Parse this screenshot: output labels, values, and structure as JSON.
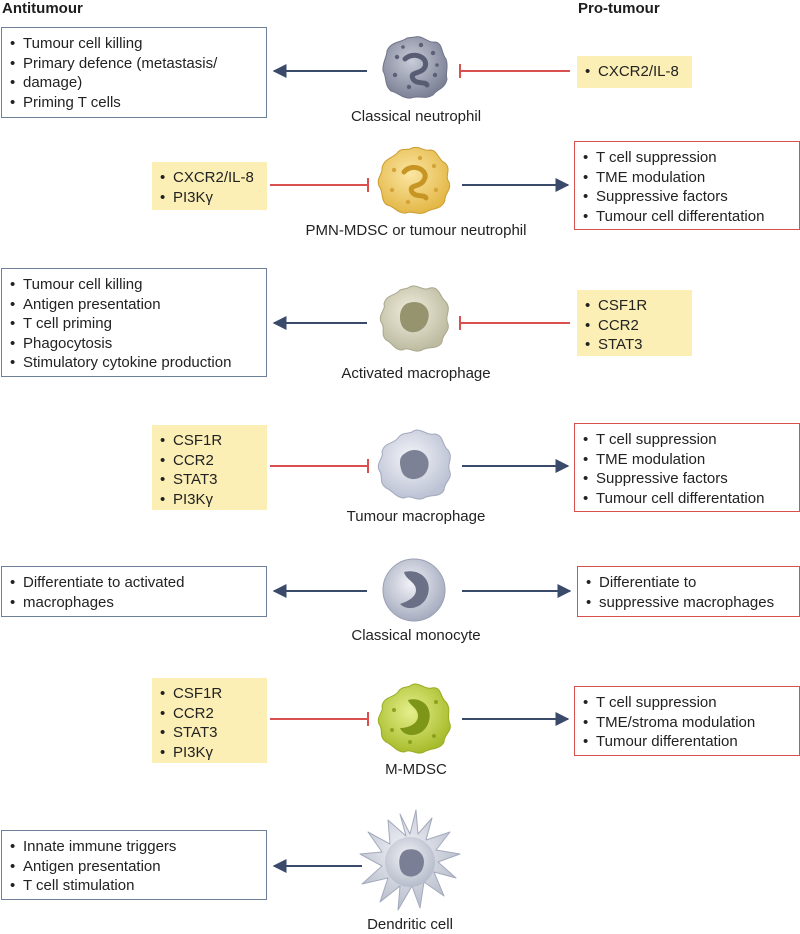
{
  "headers": {
    "left": "Antitumour",
    "right": "Pro-tumour"
  },
  "colors": {
    "arrow": "#3a4a6b",
    "inhibit": "#d9514e",
    "anti_border": "#6d8098",
    "pro_border": "#d9514e",
    "inhibitor_fill": "#fcefb6"
  },
  "rows": [
    {
      "cell": "Classical neutrophil",
      "anti": [
        "Tumour cell killing",
        "Primary defence (metastasis/",
        "damage)",
        "Priming T cells"
      ],
      "inhibitors": [
        "CXCR2/IL-8"
      ]
    },
    {
      "cell": "PMN-MDSC or tumour neutrophil",
      "inhibitors": [
        "CXCR2/IL-8",
        "PI3Kγ"
      ],
      "pro": [
        "T cell suppression",
        "TME modulation",
        "Suppressive factors",
        "Tumour cell differentation"
      ]
    },
    {
      "cell": "Activated macrophage",
      "anti": [
        "Tumour cell killing",
        "Antigen presentation",
        "T cell priming",
        "Phagocytosis",
        "Stimulatory cytokine production"
      ],
      "inhibitors": [
        "CSF1R",
        "CCR2",
        "STAT3"
      ]
    },
    {
      "cell": "Tumour macrophage",
      "inhibitors": [
        "CSF1R",
        "CCR2",
        "STAT3",
        "PI3Kγ"
      ],
      "pro": [
        "T cell suppression",
        "TME modulation",
        "Suppressive factors",
        "Tumour cell differentation"
      ]
    },
    {
      "cell": "Classical monocyte",
      "anti": [
        "Differentiate to activated",
        "macrophages"
      ],
      "pro": [
        "Differentiate to",
        "suppressive macrophages"
      ]
    },
    {
      "cell": "M-MDSC",
      "inhibitors": [
        "CSF1R",
        "CCR2",
        "STAT3",
        "PI3Kγ"
      ],
      "pro": [
        "T cell suppression",
        "TME/stroma modulation",
        "Tumour differentation"
      ]
    },
    {
      "cell": "Dendritic cell",
      "anti": [
        "Innate immune triggers",
        "Antigen presentation",
        "T cell stimulation"
      ]
    }
  ]
}
